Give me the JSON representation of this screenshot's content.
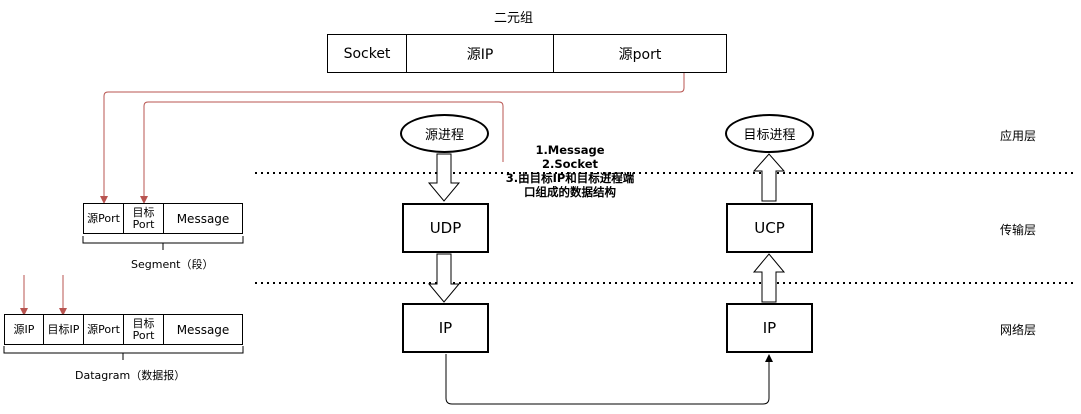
{
  "tuple": {
    "title": "二元组",
    "cells": [
      "Socket",
      "源IP",
      "源port"
    ]
  },
  "segment": {
    "cells": [
      "源Port",
      "目标\nPort",
      "Message"
    ],
    "caption": "Segment（段）"
  },
  "datagram": {
    "cells": [
      "源IP",
      "目标IP",
      "源Port",
      "目标\nPort",
      "Message"
    ],
    "caption": "Datagram（数据报）"
  },
  "processes": {
    "source": "源进程",
    "target": "目标进程"
  },
  "notes": {
    "line1": "1.Message",
    "line2": "2.Socket",
    "line3": "3.由目标IP和目标进程端",
    "line4": "口组成的数据结构"
  },
  "left_stack": {
    "transport": "UDP",
    "network": "IP"
  },
  "right_stack": {
    "transport": "UCP",
    "network": "IP"
  },
  "layers": {
    "application": "应用层",
    "transport": "传输层",
    "network": "网络层"
  },
  "colors": {
    "connector_red": "#b85450",
    "line": "#000000"
  }
}
